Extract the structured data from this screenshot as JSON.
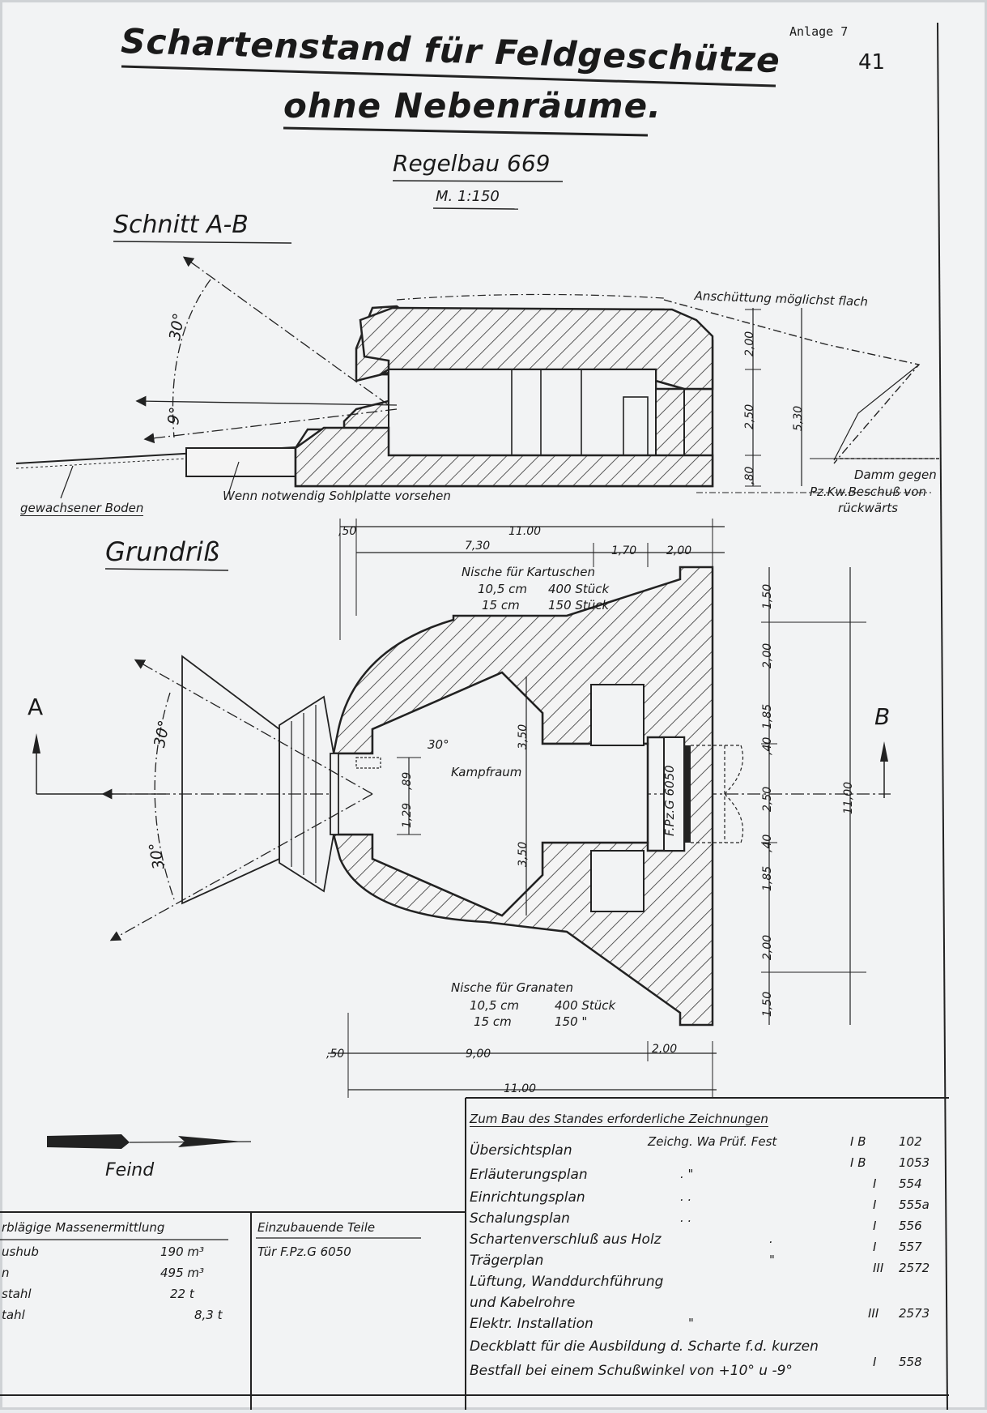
{
  "sheet": {
    "annex": "Anlage 7",
    "annex_number": "41",
    "title_line1": "Schartenstand für Feldgeschütze",
    "title_line2": "ohne Nebenräume.",
    "type_label": "Regelbau 669",
    "scale": "M. 1:150"
  },
  "section": {
    "title": "Schnitt A-B",
    "angle_up": "30°",
    "angle_down": "9°",
    "dim_top": "2,00",
    "dim_mid": "2,50",
    "dim_bottom": ",80",
    "dim_total": "5,30",
    "note_embankment": "Anschüttung möglichst flach",
    "note_ground": "gewachsener Boden",
    "note_slab": "Wenn notwendig Sohlplatte vorsehen",
    "note_dam_1": "Damm gegen",
    "note_dam_2": "Pz.Kw.Beschuß von",
    "note_dam_3": "rückwärts"
  },
  "plan": {
    "title": "Grundriß",
    "label_a": "A",
    "label_b": "B",
    "room": "Kampfraum",
    "door": "F.Pz.G 6050",
    "angle_left_top": "30°",
    "angle_left_bottom": "30°",
    "angle_inner": "30°",
    "dim_top_total": "11.00",
    "dim_top_a": "7,30",
    "dim_top_b": "1,70",
    "dim_top_c": "2,00",
    "dim_top_offset": ",50",
    "dim_bot_main": "9,00",
    "dim_bot_right": "2,00",
    "dim_bot_offset": ",50",
    "dim_bot_total": "11.00",
    "dim_right_1": "1,50",
    "dim_right_2": "2,00",
    "dim_right_3": "1,85",
    "dim_right_4": ",40",
    "dim_right_5": "2,50",
    "dim_right_6": ",40",
    "dim_right_7": "1,85",
    "dim_right_8": "2,00",
    "dim_right_9": "1,50",
    "dim_right_total": "11,00",
    "dim_room_top": "3,50",
    "dim_room_bottom": "3,50",
    "dim_embrasure_1": "1,29",
    "dim_embrasure_2": ",89",
    "niche_top_title": "Nische für Kartuschen",
    "niche_top_r1c1": "10,5 cm",
    "niche_top_r1c2": "400 Stück",
    "niche_top_r2c1": "15 cm",
    "niche_top_r2c2": "150 Stück",
    "niche_bot_title": "Nische für Granaten",
    "niche_bot_r1c1": "10,5 cm",
    "niche_bot_r1c2": "400 Stück",
    "niche_bot_r2c1": "15 cm",
    "niche_bot_r2c2": "150     \""
  },
  "enemy": {
    "label": "Feind"
  },
  "mass_table": {
    "title": "rblägige Massenermittlung",
    "rows": [
      {
        "label": "ushub",
        "value": "190 m³"
      },
      {
        "label": "n",
        "value": "495 m³"
      },
      {
        "label": "stahl",
        "value": "22 t"
      },
      {
        "label": "tahl",
        "value": "8,3 t"
      }
    ]
  },
  "parts_table": {
    "title": "Einzubauende Teile",
    "rows": [
      "Tür  F.Pz.G 6050"
    ]
  },
  "drawings_table": {
    "title": "Zum Bau des Standes erforderliche Zeichnungen",
    "header_note": "Zeichg. Wa Prüf. Fest",
    "rows": [
      {
        "label": "Übersichtsplan",
        "ditto": "",
        "cls": "I B",
        "no": "102"
      },
      {
        "label": "Erläuterungsplan",
        "ditto": ".          \"",
        "cls": "I B",
        "no": "1053"
      },
      {
        "label": "Einrichtungsplan",
        "ditto": ".          .",
        "cls": "I",
        "no": "554"
      },
      {
        "label": "Schalungsplan",
        "ditto": ".          .",
        "cls": "I",
        "no": "555a"
      },
      {
        "label": "Schartenverschluß aus Holz",
        "ditto": ".",
        "cls": "I",
        "no": "556"
      },
      {
        "label": "Trägerplan",
        "ditto": "\"",
        "cls": "I",
        "no": "557"
      },
      {
        "label": "Lüftung, Wanddurchführung",
        "ditto": "",
        "cls": "III",
        "no": "2572"
      },
      {
        "label": "und Kabelrohre",
        "ditto": "",
        "cls": "",
        "no": ""
      },
      {
        "label": "Elektr. Installation",
        "ditto": "\"",
        "cls": "III",
        "no": "2573"
      },
      {
        "label": "Deckblatt für die Ausbildung d. Scharte f.d. kurzen",
        "ditto": "",
        "cls": "",
        "no": ""
      },
      {
        "label": "Bestfall bei einem Schußwinkel von +10° u -9°",
        "ditto": "",
        "cls": "I",
        "no": "558"
      }
    ]
  }
}
